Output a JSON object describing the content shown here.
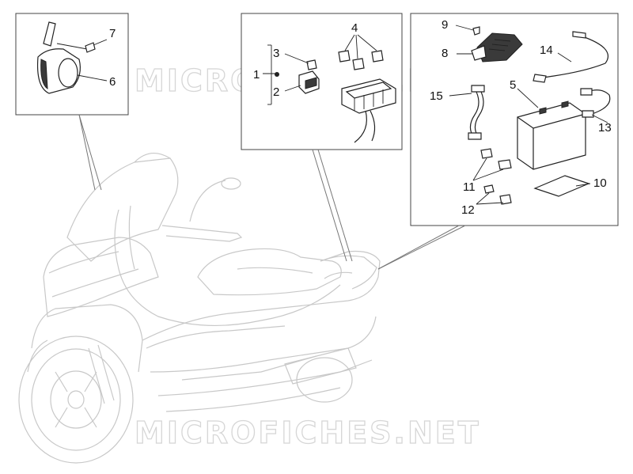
{
  "watermark": {
    "text_top": "MICROFICHES.NET",
    "text_bottom": "MICROFICHES.NET"
  },
  "callouts": {
    "c1": "1",
    "c2": "2",
    "c3": "3",
    "c4": "4",
    "c5": "5",
    "c6": "6",
    "c7": "7",
    "c8": "8",
    "c9": "9",
    "c10": "10",
    "c11": "11",
    "c12": "12",
    "c13": "13",
    "c14": "14",
    "c15": "15"
  },
  "colors": {
    "line": "#222222",
    "scooter_outline": "#c8c8c8",
    "watermark": "#d6d6d6",
    "background": "#ffffff"
  }
}
